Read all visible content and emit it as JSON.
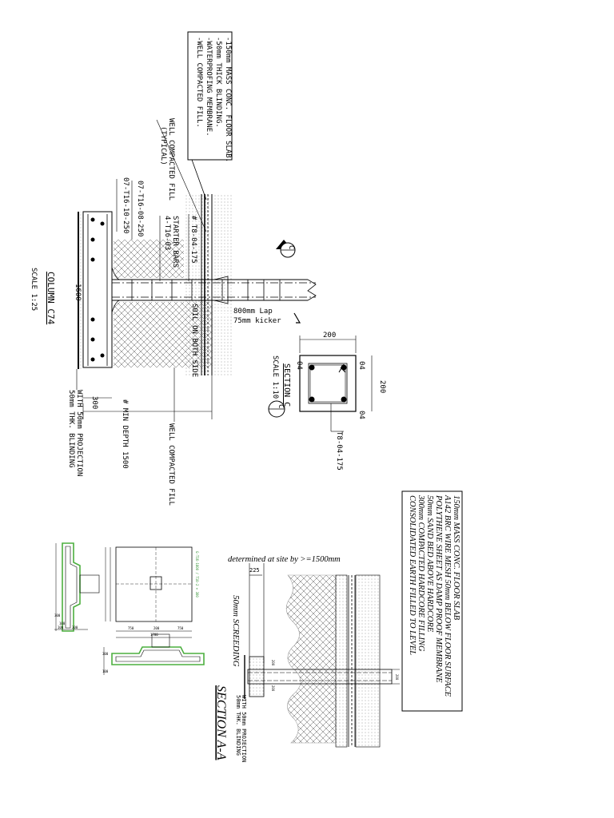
{
  "column_detail": {
    "notes": [
      "-150mm MASS CONC. FLOOR SLAB.",
      "-50mm THICK BLINDING.",
      "-WATERPROFING MEMBRANE.",
      "-WELL COMPACTED FILL."
    ],
    "fill_label": "WELL COMPACTED FILL",
    "typical": "(TYPICAL)",
    "rebar_t8": "# T8-04-175",
    "starter": "4-T16-03",
    "starter2": "STARTER BARS",
    "rebar_07_08": "07-T16-08-250",
    "rebar_07_10": "07-T16-10-250",
    "lap": "800mm Lap",
    "kicker": "75mm kicker",
    "soil": "SOIL ON BOTH SIDE",
    "min_depth": "# MIN DEPTH 1500",
    "dim_300": "300",
    "dim_1600": "1600",
    "blinding_1": "50mm THK. BLINDING",
    "blinding_2": "WITH 50mm PROJECTION",
    "title": "COLUMN C74",
    "scale": "SCALE 1:25",
    "fill_bottom": "WELL COMPACTED FILL",
    "section_marker": "C"
  },
  "section_c": {
    "dim_200_top": "200",
    "dim_200_side": "200",
    "dim_04": "04",
    "title": "SECTION C",
    "scale": "SCALE 1:10",
    "marker": "C",
    "rebar": "T8-04-175"
  },
  "floor_notes": [
    "150mm MASS CONC. FLOOR SLAB",
    "A142 BRC WIRE MESH 50mm BELOW FLOOR SURFACE",
    "POLYTHENE SHEET AS DAMP PROOF MEMBRANE",
    "50mm SAND BED ABOVE HARDCORE",
    "300mm COMPACTED HARDCORE FILLING",
    "CONSOLIDATED EARTH FILLED TO LEVEL"
  ],
  "section_a": {
    "determined": "determined at site by >=1500mm",
    "dim_225": "225",
    "screeding": "50mm SCREEDING",
    "dim_200a": "200",
    "dim_200b": "200",
    "dim_200c": "200",
    "dim_200d": "200",
    "blinding_1": "50mm THK. BLINDING",
    "blinding_2": "WITH 50mm PROJECTION",
    "title": "SECTION A-A"
  },
  "small_base": {
    "dim_750a": "750",
    "dim_200": "200",
    "dim_750b": "750",
    "dim_1700": "1700",
    "dim_300": "300",
    "dim_100a": "100",
    "dim_300b": "300",
    "dim_100b": "100",
    "dim_300c": "300",
    "dim_100c": "100",
    "green_note": "G-T16-1800 / T10-2 + 300",
    "colors": {
      "green": "#4caf3f",
      "line": "#000000"
    }
  }
}
